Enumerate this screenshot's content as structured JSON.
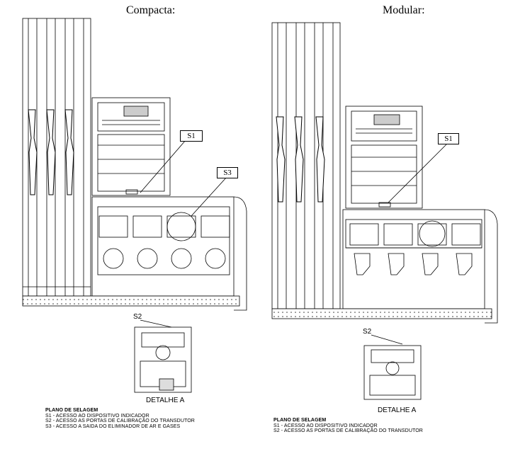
{
  "compacta": {
    "title": "Compacta:",
    "callouts": {
      "s1": "S1",
      "s3": "S3",
      "s2": "S2"
    },
    "detail_label": "DETALHE A",
    "legend": {
      "heading": "PLANO DE SELAGEM",
      "items": [
        "S1 - ACESSO AO DISPOSITIVO INDICADOR",
        "S2 - ACESSO AS PORTAS DE CALIBRAÇÃO DO TRANSDUTOR",
        "S3 - ACESSO A SAIDA DO ELIMINADOR DE AR E GASES"
      ]
    }
  },
  "modular": {
    "title": "Modular:",
    "callouts": {
      "s1": "S1",
      "s2": "S2"
    },
    "detail_label": "DETALHE A",
    "legend": {
      "heading": "PLANO DE SELAGEM",
      "items": [
        "S1 - ACESSO AO DISPOSITIVO INDICADOR",
        "S2 - ACESSO AS PORTAS DE CALIBRAÇÃO DO TRANSDUTOR"
      ]
    }
  }
}
